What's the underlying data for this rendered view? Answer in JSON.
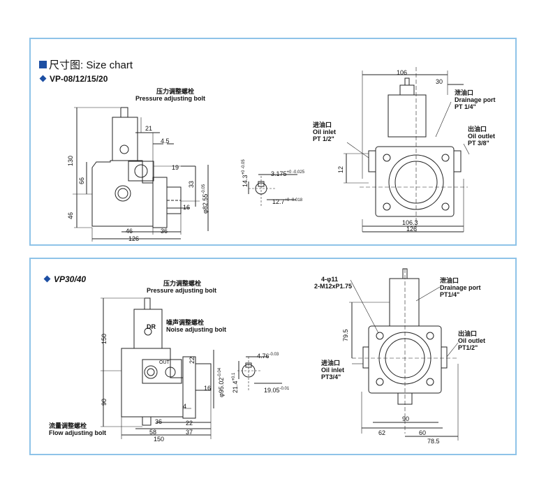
{
  "top": {
    "title_cn": "尺寸图:",
    "title_en": " Size chart",
    "model": "VP-08/12/15/20",
    "side_view": {
      "callout_cn": "压力调整螺栓",
      "callout_en": "Pressure adjusting bolt",
      "dims": {
        "h130": "130",
        "h66": "66",
        "h46": "46",
        "w21": "21",
        "w4_5": "4.5",
        "d19": "19",
        "d33": "33",
        "dia82": "φ82.55",
        "tol82": "-0.05",
        "w16": "16",
        "w46": "46",
        "w36": "36",
        "w126": "126"
      },
      "shaft": {
        "h14": "14.3",
        "h14_tol": "+0 -0.05",
        "key": "3.175",
        "key_tol": "+0 -0.025",
        "d12": "12.7",
        "d12_tol": "+0 -0.018"
      }
    },
    "front_view": {
      "dims": {
        "w106": "106",
        "w30": "30",
        "h12": "12",
        "w106_3": "106.3",
        "w126": "126"
      },
      "drain_cn": "泄油口",
      "drain_en": "Drainage port",
      "drain_pt": "PT 1/4\"",
      "inlet_cn": "进油口",
      "inlet_en": "Oil inlet",
      "inlet_pt": "PT 1/2\"",
      "outlet_cn": "出油口",
      "outlet_en": "Oil outlet",
      "outlet_pt": "PT 3/8\""
    }
  },
  "bottom": {
    "model": "VP30/40",
    "side_view": {
      "pressure_cn": "压力调整螺栓",
      "pressure_en": "Pressure adjusting bolt",
      "noise_cn": "噪声调整螺栓",
      "noise_en": "Noise adjusting bolt",
      "flow_cn": "流量调整螺栓",
      "flow_en": "Flow adjusting bolt",
      "dr": "DR",
      "out": "OUT",
      "dims": {
        "h150": "150",
        "h90": "90",
        "d22": "22",
        "dia95": "φ95.02",
        "dia95_tol": "-0.04",
        "w16": "16",
        "w4": "4",
        "w36": "36",
        "w22": "22",
        "w58": "58",
        "w37": "37",
        "w150": "150"
      },
      "shaft": {
        "key": "4.76",
        "key_tol": "-0.03",
        "h21": "21.4",
        "h21_tol": "+0.1",
        "d19": "19.05",
        "d19_tol": "-0.01"
      }
    },
    "front_view": {
      "holes": "4-φ11",
      "thread": "2-M12xP1.75",
      "drain_cn": "泄油口",
      "drain_en": "Drainage port",
      "drain_pt": "PT1/4\"",
      "outlet_cn": "出油口",
      "outlet_en": "Oil outlet",
      "outlet_pt": "PT1/2\"",
      "inlet_cn": "进油口",
      "inlet_en": "Oil inlet",
      "inlet_pt": "PT3/4\"",
      "dims": {
        "h79_5": "79.5",
        "w90": "90",
        "w62": "62",
        "w60": "60",
        "w78_5": "78.5"
      }
    }
  },
  "colors": {
    "frame": "#8ec3e8",
    "accent": "#1d4fa3",
    "ink": "#222222"
  }
}
